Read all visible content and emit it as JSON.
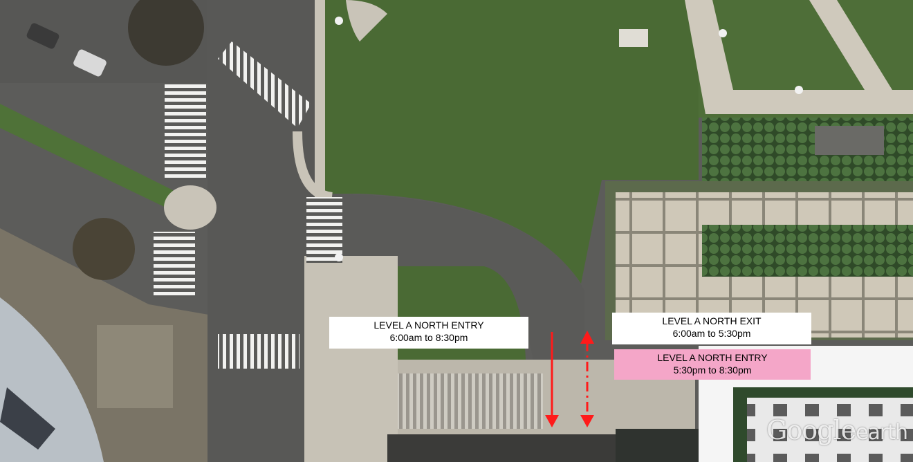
{
  "labels": {
    "north_entry": {
      "title": "LEVEL A NORTH ENTRY",
      "hours": "6:00am to 8:30pm"
    },
    "north_exit": {
      "title": "LEVEL A NORTH EXIT",
      "hours": "6:00am to 5:30pm"
    },
    "north_entry_evening": {
      "title": "LEVEL A NORTH ENTRY",
      "hours": "5:30pm to 8:30pm"
    }
  },
  "watermark": {
    "brand": "Google",
    "product": "earth"
  },
  "colors": {
    "arrow": "#ff1a1a",
    "evening_label_bg": "#f4a6c8",
    "grass": "#4a6a34",
    "asphalt": "#5c5c5a",
    "sidewalk": "#c8c4bc"
  },
  "arrows": [
    {
      "meaning": "entry",
      "direction": "down",
      "style": "solid"
    },
    {
      "meaning": "exit-and-evening-entry",
      "direction": "both",
      "style": "dashed"
    }
  ]
}
